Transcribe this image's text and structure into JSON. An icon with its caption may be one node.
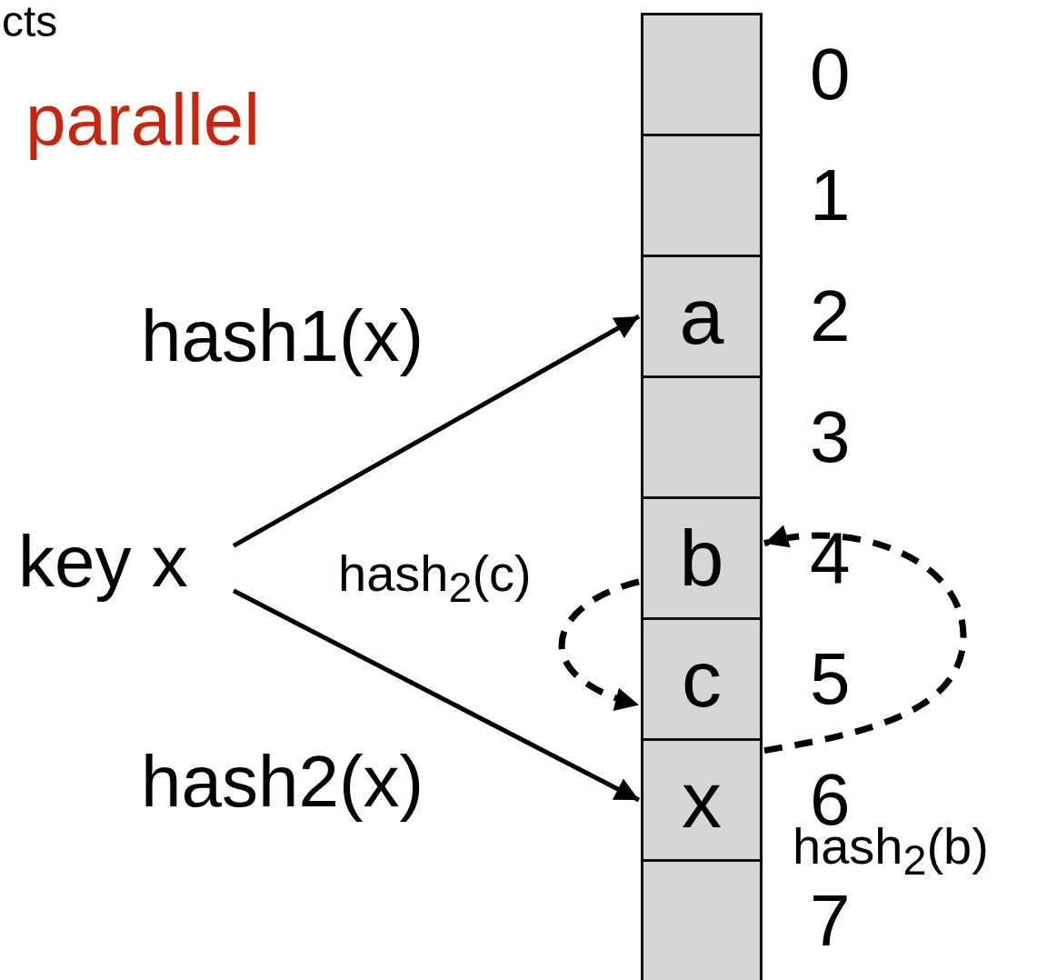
{
  "diagram": {
    "nodes": [
      {
        "text": [
          "key x"
        ]
      },
      {
        "text": [],
        "shape": "box",
        "beside": [
          "0"
        ]
      },
      {
        "text": [],
        "shape": "box",
        "beside": [
          "1"
        ]
      },
      {
        "text": [
          "a"
        ],
        "beside": [
          "2"
        ]
      },
      {
        "text": [],
        "shape": "box",
        "beside": [
          "3"
        ]
      },
      {
        "text": [
          "b"
        ],
        "beside": [
          "4"
        ]
      },
      {
        "text": [
          "c"
        ],
        "beside": [
          "5"
        ]
      },
      {
        "text": [
          "x"
        ],
        "beside": [
          "6"
        ]
      },
      {
        "text": [],
        "shape": "box",
        "beside": [
          "7"
        ]
      }
    ],
    "edges": [
      {
        "from": 0,
        "to": 3,
        "arrow": "to",
        "label": "hash1(x)"
      },
      {
        "from": 0,
        "to": 7,
        "arrow": "to",
        "label": "hash2(x)"
      },
      {
        "from": 5,
        "to": 6,
        "arrow": "to",
        "style": "dashed",
        "label": "hash$_{2}$(c)"
      },
      {
        "from": 7,
        "to": 5,
        "arrow": "to",
        "style": "dashed",
        "label": "hash$_{2}$(b)"
      }
    ],
    "labels": [
      "cts",
      "parallel"
    ]
  }
}
